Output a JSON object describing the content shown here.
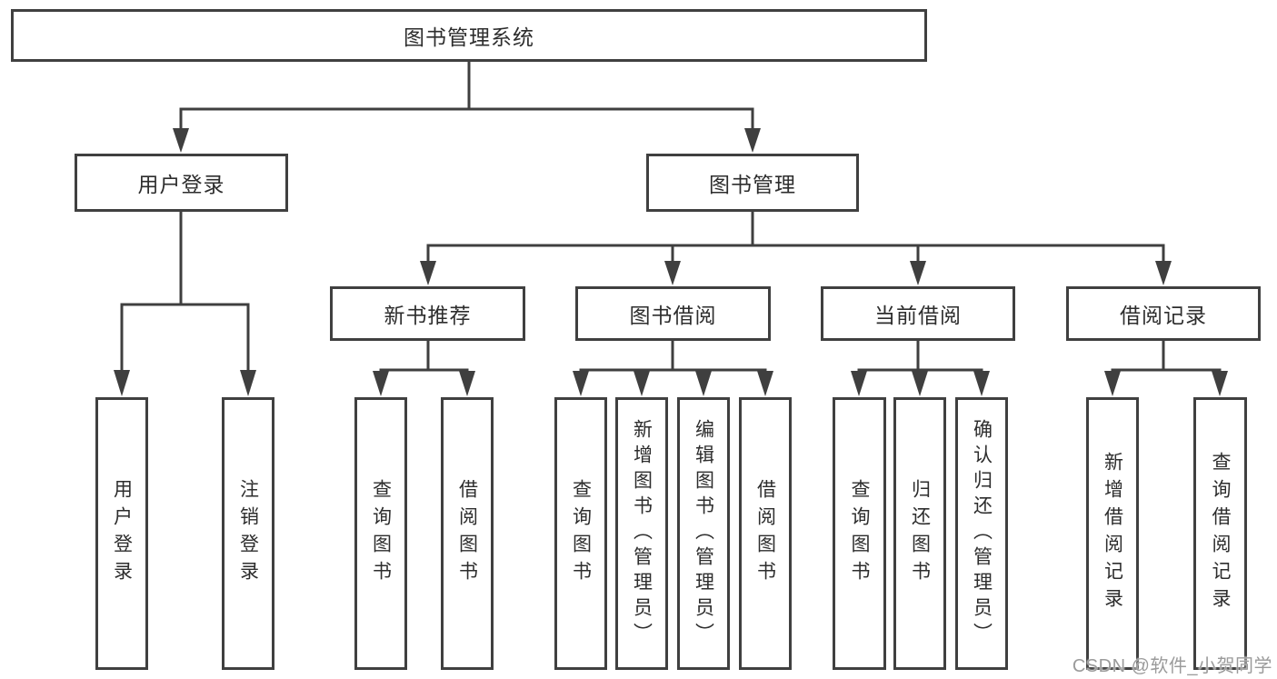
{
  "tree": {
    "label": "图书管理系统",
    "children": [
      {
        "label": "用户登录",
        "children": [
          {
            "label": "用户登录"
          },
          {
            "label": "注销登录"
          }
        ]
      },
      {
        "label": "图书管理",
        "children": [
          {
            "label": "新书推荐",
            "children": [
              {
                "label": "查询图书"
              },
              {
                "label": "借阅图书"
              }
            ]
          },
          {
            "label": "图书借阅",
            "children": [
              {
                "label": "查询图书"
              },
              {
                "label": "新增图书（管理员）"
              },
              {
                "label": "编辑图书（管理员）"
              },
              {
                "label": "借阅图书"
              }
            ]
          },
          {
            "label": "当前借阅",
            "children": [
              {
                "label": "查询图书"
              },
              {
                "label": "归还图书"
              },
              {
                "label": "确认归还（管理员）"
              }
            ]
          },
          {
            "label": "借阅记录",
            "children": [
              {
                "label": "新增借阅记录"
              },
              {
                "label": "查询借阅记录"
              }
            ]
          }
        ]
      }
    ]
  },
  "watermark": "CSDN @软件_小贺同学",
  "colors": {
    "line": "#3f3f3f",
    "box_border": "#404040",
    "box_fill": "#ffffff",
    "text": "#2d2d2d",
    "watermark": "#9b9b9b"
  }
}
